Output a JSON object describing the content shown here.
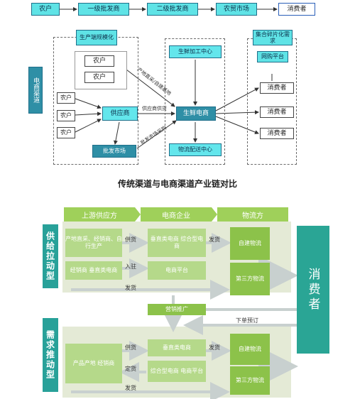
{
  "top_chain": [
    "农户",
    "一级批发商",
    "二级批发商",
    "农贸市场",
    "消费者"
  ],
  "diagram1": {
    "side_label": "电商渠道",
    "groups": {
      "production": "生产端规模化",
      "consumption": "集合碎片化需求"
    },
    "farmers_group": [
      "农户",
      "农户"
    ],
    "farmers_small": [
      "农户",
      "农户",
      "农户"
    ],
    "supplier": "供应商",
    "wholesale_market": "批发市场",
    "fresh_processing": "生鲜加工中心",
    "fresh_ecommerce": "生鲜电商",
    "logistics_center": "物流配送中心",
    "online_platform": "网购平台",
    "consumers": [
      "消费者",
      "消费者",
      "消费者"
    ],
    "edge_labels": {
      "direct": "产地直采/自建基地",
      "supplier_supply": "供应商供货",
      "wholesale_purchase": "批发市场采购"
    }
  },
  "title": "传统渠道与电商渠道产业链对比",
  "diagram2": {
    "headers": [
      "上游供应方",
      "电商企业",
      "物流方"
    ],
    "left_labels": [
      "供给拉动型",
      "需求推动型"
    ],
    "consumer": "消费者",
    "upper": {
      "upstream": [
        "产地直采、经销商、自行生产",
        "经销商 垂直类电商"
      ],
      "ecommerce": [
        "垂直类电商 综合型电商",
        "电商平台"
      ],
      "logistics": [
        "自建物流",
        "第三方物流"
      ],
      "labels": [
        "供货",
        "入驻",
        "发货",
        "发货"
      ]
    },
    "marketing": "营销推广",
    "order_label": "下单预订",
    "lower": {
      "upstream": "产品产地 经销商",
      "ecommerce": [
        "垂直类电商",
        "综合型电商 电商平台"
      ],
      "logistics": [
        "自建物流",
        "第三方物流"
      ],
      "labels": [
        "供货",
        "定货",
        "发货",
        "发货"
      ]
    }
  }
}
